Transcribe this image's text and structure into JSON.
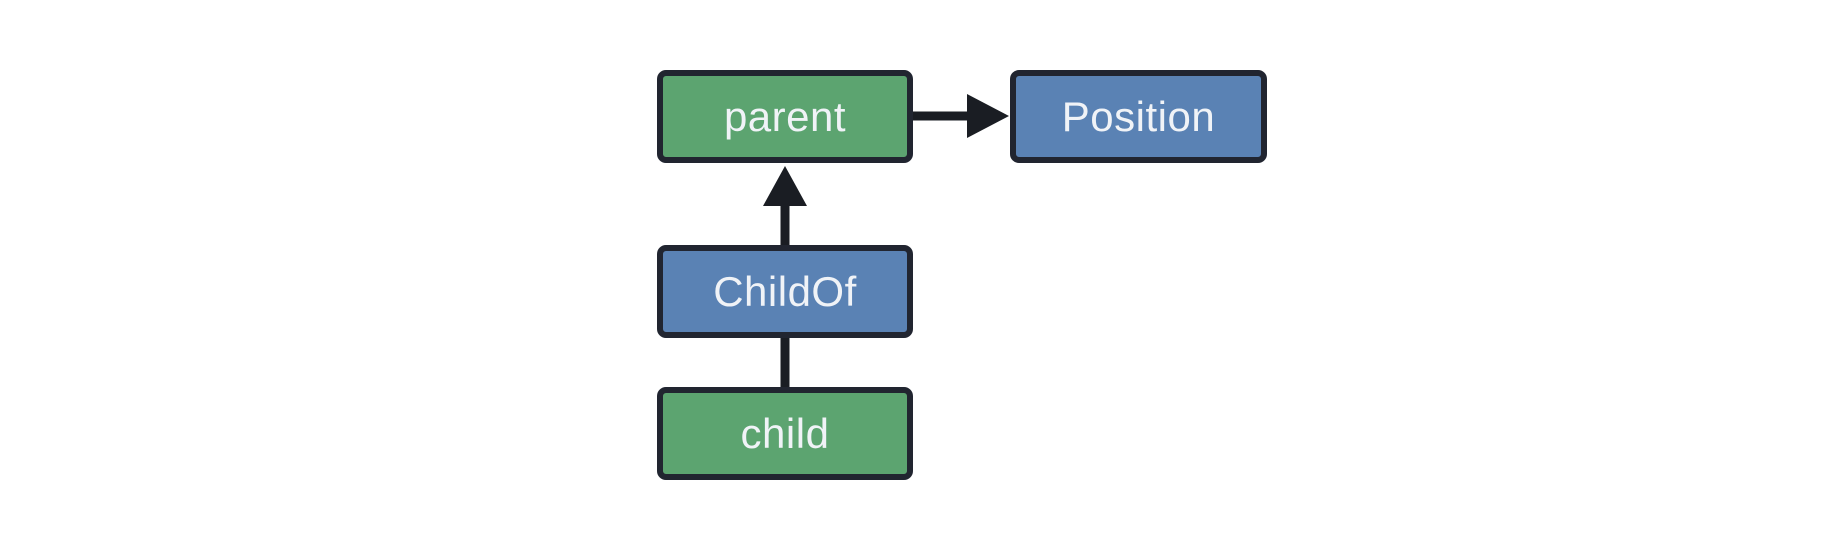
{
  "diagram": {
    "kind": "entity-relationship-graph",
    "background": "#ffffff",
    "colors": {
      "entity_fill": "#5ca470",
      "component_fill": "#5a82b4",
      "node_border": "#212530",
      "edge": "#1a1d23",
      "label_text": "#f0f3f7"
    },
    "nodes": [
      {
        "id": "parent",
        "label": "parent",
        "type": "entity",
        "fill": "#5ca470"
      },
      {
        "id": "position",
        "label": "Position",
        "type": "component",
        "fill": "#5a82b4"
      },
      {
        "id": "childof",
        "label": "ChildOf",
        "type": "relationship",
        "fill": "#5a82b4"
      },
      {
        "id": "child",
        "label": "child",
        "type": "entity",
        "fill": "#5ca470"
      }
    ],
    "edges": [
      {
        "from": "parent",
        "to": "position",
        "style": "arrow",
        "direction": "right"
      },
      {
        "from": "childof",
        "to": "parent",
        "style": "arrow",
        "direction": "up"
      },
      {
        "from": "child",
        "to": "childof",
        "style": "line",
        "direction": "up"
      }
    ]
  }
}
